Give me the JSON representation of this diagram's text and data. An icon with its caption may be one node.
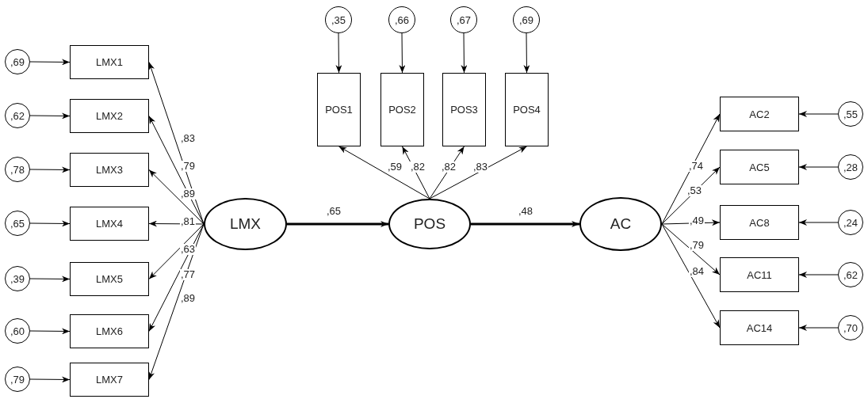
{
  "diagram": {
    "nodes": [
      {
        "text": [
          ",69"
        ]
      },
      {
        "text": [
          ",62"
        ]
      },
      {
        "text": [
          ",78"
        ]
      },
      {
        "text": [
          ",65"
        ]
      },
      {
        "text": [
          ",39"
        ]
      },
      {
        "text": [
          ",60"
        ]
      },
      {
        "text": [
          ",79"
        ]
      },
      {
        "text": [
          "LMX1"
        ]
      },
      {
        "text": [
          "LMX2"
        ]
      },
      {
        "text": [
          "LMX3"
        ]
      },
      {
        "text": [
          "LMX4"
        ]
      },
      {
        "text": [
          "LMX5"
        ]
      },
      {
        "text": [
          "LMX6"
        ]
      },
      {
        "text": [
          "LMX7"
        ]
      },
      {
        "text": [
          ",35"
        ]
      },
      {
        "text": [
          ",66"
        ]
      },
      {
        "text": [
          ",67"
        ]
      },
      {
        "text": [
          ",69"
        ]
      },
      {
        "text": [
          "POS1"
        ]
      },
      {
        "text": [
          "POS2"
        ]
      },
      {
        "text": [
          "POS3"
        ]
      },
      {
        "text": [
          "POS4"
        ]
      },
      {
        "text": [
          "LMX"
        ]
      },
      {
        "text": [
          "POS"
        ]
      },
      {
        "text": [
          "AC"
        ]
      },
      {
        "text": [
          "AC2"
        ]
      },
      {
        "text": [
          "AC5"
        ]
      },
      {
        "text": [
          "AC8"
        ]
      },
      {
        "text": [
          "AC11"
        ]
      },
      {
        "text": [
          "AC14"
        ]
      },
      {
        "text": [
          ",55"
        ]
      },
      {
        "text": [
          ",28"
        ]
      },
      {
        "text": [
          ",24"
        ]
      },
      {
        "text": [
          ",62"
        ]
      },
      {
        "text": [
          ",70"
        ]
      }
    ],
    "edges": [
      {
        "from": 0,
        "to": 7,
        "arrow": "to"
      },
      {
        "from": 1,
        "to": 8,
        "arrow": "to"
      },
      {
        "from": 2,
        "to": 9,
        "arrow": "to"
      },
      {
        "from": 3,
        "to": 10,
        "arrow": "to"
      },
      {
        "from": 4,
        "to": 11,
        "arrow": "to"
      },
      {
        "from": 5,
        "to": 12,
        "arrow": "to"
      },
      {
        "from": 6,
        "to": 13,
        "arrow": "to"
      },
      {
        "from": 22,
        "to": 7,
        "arrow": "to",
        "label": ",83"
      },
      {
        "from": 22,
        "to": 8,
        "arrow": "to",
        "label": ",79"
      },
      {
        "from": 22,
        "to": 9,
        "arrow": "to",
        "label": ",89"
      },
      {
        "from": 22,
        "to": 10,
        "arrow": "to",
        "label": ",81"
      },
      {
        "from": 22,
        "to": 11,
        "arrow": "to",
        "label": ",63"
      },
      {
        "from": 22,
        "to": 12,
        "arrow": "to",
        "label": ",77"
      },
      {
        "from": 22,
        "to": 13,
        "arrow": "to",
        "label": ",89"
      },
      {
        "from": 14,
        "to": 18,
        "arrow": "to"
      },
      {
        "from": 15,
        "to": 19,
        "arrow": "to"
      },
      {
        "from": 16,
        "to": 20,
        "arrow": "to"
      },
      {
        "from": 17,
        "to": 21,
        "arrow": "to"
      },
      {
        "from": 23,
        "to": 18,
        "arrow": "to",
        "label": ",59"
      },
      {
        "from": 23,
        "to": 19,
        "arrow": "to",
        "label": ",82"
      },
      {
        "from": 23,
        "to": 20,
        "arrow": "to",
        "label": ",82"
      },
      {
        "from": 23,
        "to": 21,
        "arrow": "to",
        "label": ",83"
      },
      {
        "from": 22,
        "to": 23,
        "arrow": "to",
        "label": ",65",
        "style": "thick"
      },
      {
        "from": 23,
        "to": 24,
        "arrow": "to",
        "label": ",48",
        "style": "thick"
      },
      {
        "from": 24,
        "to": 25,
        "arrow": "to",
        "label": ",74"
      },
      {
        "from": 24,
        "to": 26,
        "arrow": "to",
        "label": ",53"
      },
      {
        "from": 24,
        "to": 27,
        "arrow": "to",
        "label": ",49"
      },
      {
        "from": 24,
        "to": 28,
        "arrow": "to",
        "label": ",79"
      },
      {
        "from": 24,
        "to": 29,
        "arrow": "to",
        "label": ",84"
      },
      {
        "from": 30,
        "to": 25,
        "arrow": "to"
      },
      {
        "from": 31,
        "to": 26,
        "arrow": "to"
      },
      {
        "from": 32,
        "to": 27,
        "arrow": "to"
      },
      {
        "from": 33,
        "to": 28,
        "arrow": "to"
      },
      {
        "from": 34,
        "to": 29,
        "arrow": "to"
      }
    ]
  }
}
